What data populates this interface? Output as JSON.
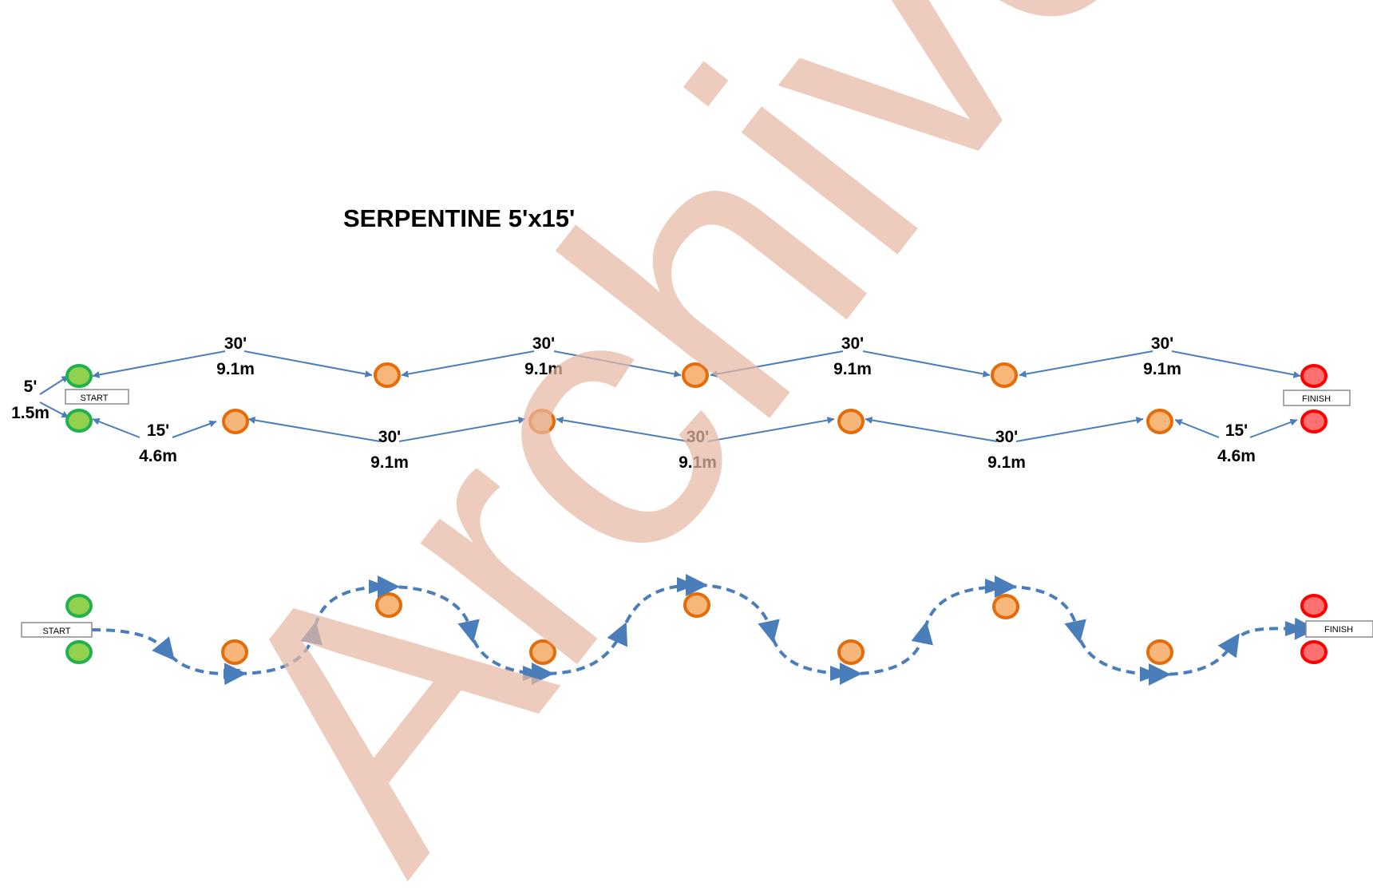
{
  "title": "SERPENTINE 5'x15'",
  "watermark": "Archived",
  "start_label": "START",
  "finish_label": "FINISH",
  "labels": {
    "top1_ft": "30'",
    "top1_m": "9.1m",
    "top2_ft": "30'",
    "top2_m": "9.1m",
    "top3_ft": "30'",
    "top3_m": "9.1m",
    "top4_ft": "30'",
    "top4_m": "9.1m",
    "gap_ft": "5'",
    "gap_m": "1.5m",
    "bl_ft": "15'",
    "bl_m": "4.6m",
    "b1_ft": "30'",
    "b1_m": "9.1m",
    "b2_ft": "30'",
    "b2_m": "9.1m",
    "b3_ft": "30'",
    "b3_m": "9.1m",
    "br_ft": "15'",
    "br_m": "4.6m"
  },
  "colors": {
    "start_cone_fill": "#92d050",
    "start_cone_stroke": "#22b14c",
    "cone_fill": "#f8b77a",
    "cone_stroke": "#e46c0a",
    "finish_cone_fill": "#ff7070",
    "finish_cone_stroke": "#ff0000",
    "line": "#4a7ebb",
    "watermark": "#e6b8a5"
  }
}
